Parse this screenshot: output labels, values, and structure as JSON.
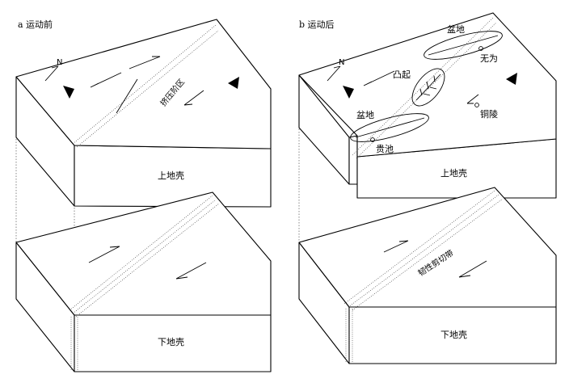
{
  "panel_a": {
    "label": "a 运动前",
    "north": "N",
    "compression_zone": "挤压阶区",
    "upper_crust": "上地壳",
    "lower_crust": "下地壳"
  },
  "panel_b": {
    "label": "b 运动后",
    "north": "N",
    "basin_top": "盆地",
    "basin_left": "盆地",
    "uplift": "凸起",
    "wuwei": "无为",
    "guichi": "贵池",
    "tongling": "铜陵",
    "upper_crust": "上地壳",
    "lower_crust": "下地壳",
    "shear_zone": "韧性剪切带"
  }
}
